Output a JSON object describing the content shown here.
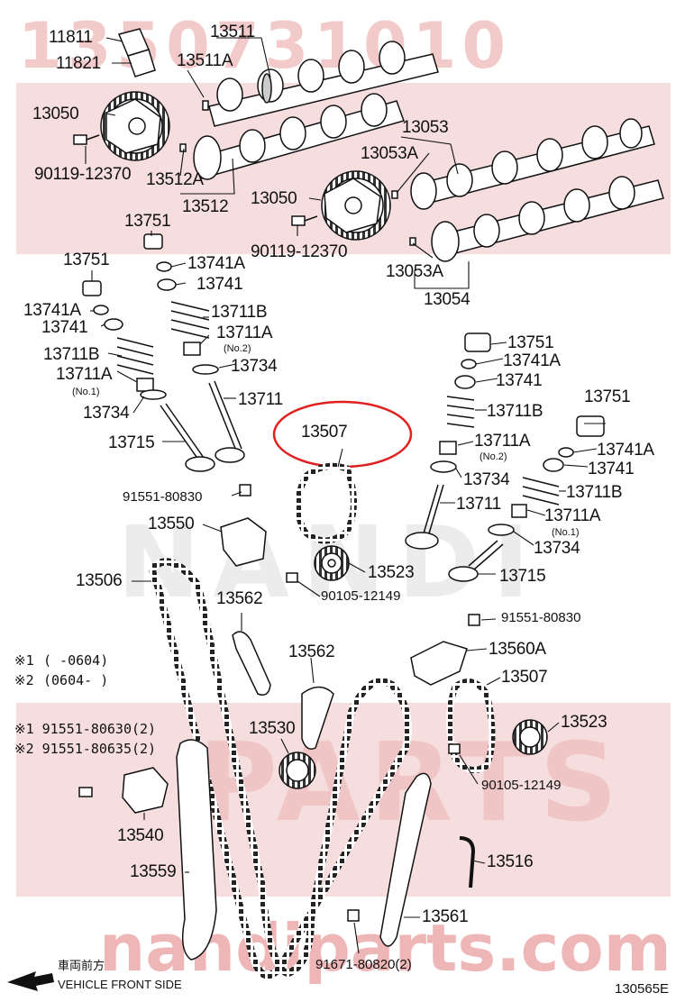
{
  "watermark": {
    "part_number": "1350731010",
    "site": "nandiparts.com",
    "brand": "NANDI",
    "brand2": "PARTS"
  },
  "labels": {
    "p11811": "11811",
    "p11821": "11821",
    "p13511": "13511",
    "p13511a": "13511A",
    "p13050_a": "13050",
    "p90119_a": "90119-12370",
    "p13512a": "13512A",
    "p13512": "13512",
    "p13053": "13053",
    "p13053a_a": "13053A",
    "p13050_b": "13050",
    "p90119_b": "90119-12370",
    "p13053a_b": "13053A",
    "p13054": "13054",
    "p13751_a": "13751",
    "p13751_b": "13751",
    "p13741a_a": "13741A",
    "p13741_a": "13741",
    "p13741a_b": "13741A",
    "p13741_b": "13741",
    "p13711b_a": "13711B",
    "p13711a_a": "13711A",
    "no2_a": "(No.2)",
    "p13711b_b": "13711B",
    "p13734_a": "13734",
    "p13711a_b": "13711A",
    "no1_a": "(No.1)",
    "p13711_a": "13711",
    "p13734_b": "13734",
    "p13715_a": "13715",
    "p13507_a": "13507",
    "p13751_c": "13751",
    "p13741a_c": "13741A",
    "p13741_c": "13741",
    "p13711b_c": "13711B",
    "p13711a_c": "13711A",
    "no2_b": "(No.2)",
    "p13734_c": "13734",
    "p13711_b": "13711",
    "p13751_d": "13751",
    "p13741a_d": "13741A",
    "p13741_d": "13741",
    "p13711b_d": "13711B",
    "p13711a_d": "13711A",
    "no1_b": "(No.1)",
    "p13734_d": "13734",
    "p13715_b": "13715",
    "p91551_80830_a": "91551-80830",
    "p13550": "13550",
    "p13523_a": "13523",
    "p90105_a": "90105-12149",
    "p13506": "13506",
    "p13562_a": "13562",
    "p91551_80830_b": "91551-80830",
    "p13560a": "13560A",
    "p13562_b": "13562",
    "p13507_b": "13507",
    "p13530": "13530",
    "p13523_b": "13523",
    "p90105_b": "90105-12149",
    "p13540": "13540",
    "p13559": "13559",
    "p13516": "13516",
    "p13561": "13561",
    "p91671": "91671-80820(2)"
  },
  "notes": {
    "n1_prefix": "※1",
    "n1_range": "(      -0604)",
    "n2_prefix": "※2",
    "n2_range": "(0604-      )",
    "n3": "※1 91551-80630(2)",
    "n4": "※2 91551-80635(2)"
  },
  "footer": {
    "front_jp": "車両前方",
    "front_en": "VEHICLE FRONT SIDE",
    "figure_code": "130565E"
  },
  "colors": {
    "ink": "#111111",
    "highlight": "#e02020",
    "watermark_band": "#f6dede"
  }
}
